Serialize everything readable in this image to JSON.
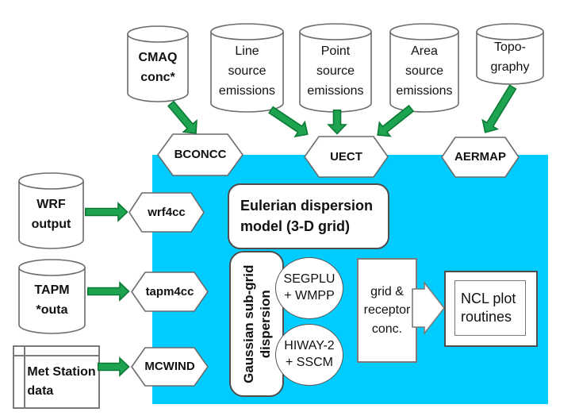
{
  "colors": {
    "domain_fill": "#00CCFF",
    "arrow_fill": "#1EA351",
    "arrow_stroke": "#0B7A34"
  },
  "nodes": {
    "cmaq": "CMAQ\nconc*",
    "line_source": "Line\nsource\nemissions",
    "point_source": "Point\nsource\nemissions",
    "area_source": "Area\nsource\nemissions",
    "topography": "Topo-\ngraphy",
    "wrf_output": "WRF\noutput",
    "tapm_outa": "TAPM\n*outa",
    "met_station": "Met Station\ndata",
    "bconcc": "BCONCC",
    "uect": "UECT",
    "aermap": "AERMAP",
    "wrf4cc": "wrf4cc",
    "tapm4cc": "tapm4cc",
    "mcwind": "MCWIND",
    "eulerian": "Eulerian dispersion\nmodel (3-D grid)",
    "gaussian": "Gaussian sub-grid\ndispersion",
    "segplu": "SEGPLU\n+ WMPP",
    "hiway": "HIWAY-2\n+ SSCM",
    "grid_receptor": "grid &\nreceptor\nconc.",
    "ncl": "NCL plot\nroutines"
  }
}
